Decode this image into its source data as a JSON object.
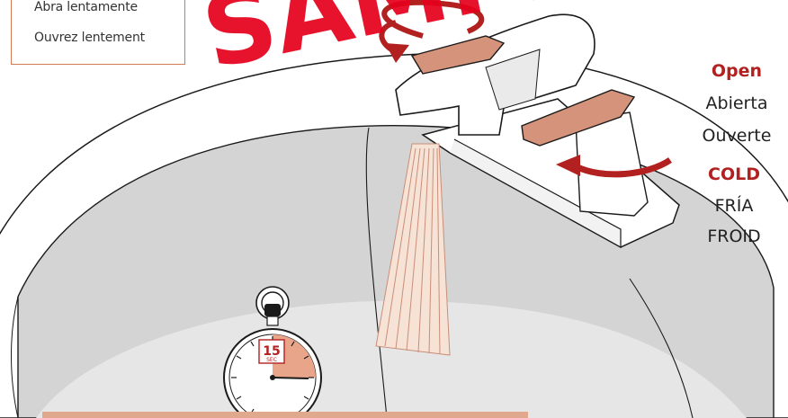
{
  "instructions": {
    "slow_open_es": "Abra lentamente",
    "slow_open_fr": "Ouvrez lentement"
  },
  "watermark": "SAMPLE",
  "labels": {
    "open_en": "Open",
    "open_es": "Abierta",
    "open_fr": "Ouverte",
    "cold_en": "COLD",
    "cold_es": "FRÍA",
    "cold_fr": "FROID"
  },
  "timer": {
    "value": "15",
    "unit": "SEC",
    "fraction": 0.25
  },
  "colors": {
    "accent": "#b22020",
    "handle": "#d4937a",
    "watermark": "#e5001c",
    "outline": "#1a1a1a"
  }
}
